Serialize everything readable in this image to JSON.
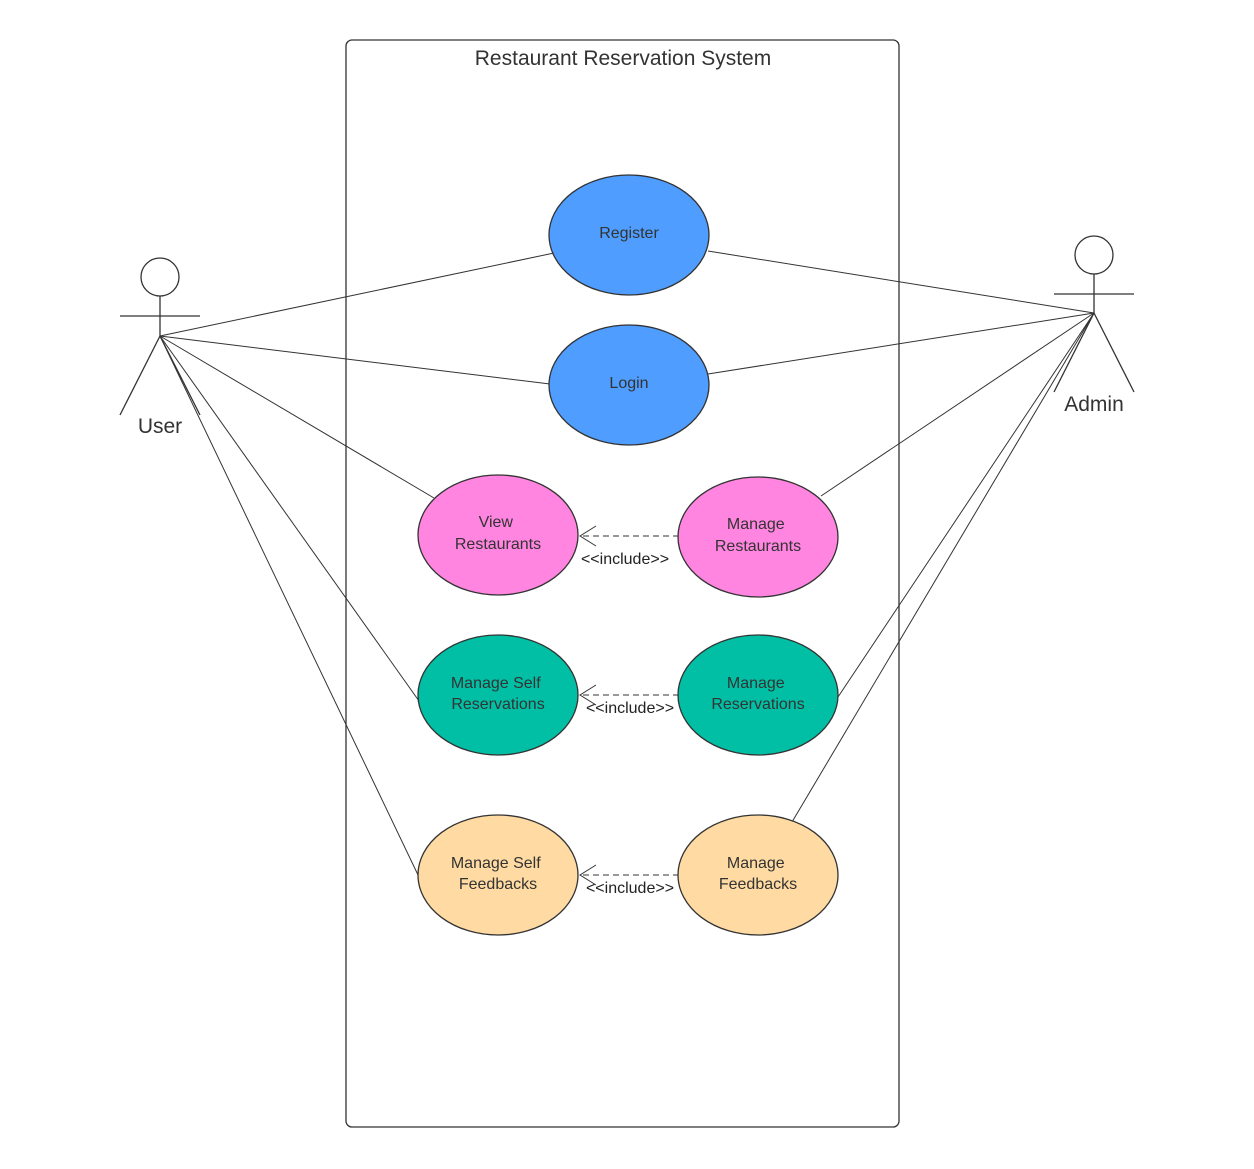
{
  "system": {
    "title": "Restaurant Reservation System"
  },
  "actors": {
    "user": {
      "label": "User"
    },
    "admin": {
      "label": "Admin"
    }
  },
  "use_cases": {
    "register": {
      "lines": [
        "Register"
      ],
      "color": "#4f9dff"
    },
    "login": {
      "lines": [
        "Login"
      ],
      "color": "#4f9dff"
    },
    "view_restaurants": {
      "lines": [
        "View",
        "Restaurants"
      ],
      "color": "#ff85e0"
    },
    "manage_restaurants": {
      "lines": [
        "Manage",
        "Restaurants"
      ],
      "color": "#ff85e0"
    },
    "manage_self_reservations": {
      "lines": [
        "Manage Self",
        "Reservations"
      ],
      "color": "#00bfa5"
    },
    "manage_reservations": {
      "lines": [
        "Manage",
        "Reservations"
      ],
      "color": "#00bfa5"
    },
    "manage_self_feedbacks": {
      "lines": [
        "Manage Self",
        "Feedbacks"
      ],
      "color": "#ffdba3"
    },
    "manage_feedbacks": {
      "lines": [
        "Manage",
        "Feedbacks"
      ],
      "color": "#ffdba3"
    }
  },
  "relations": {
    "include_label": "<<include>>"
  }
}
